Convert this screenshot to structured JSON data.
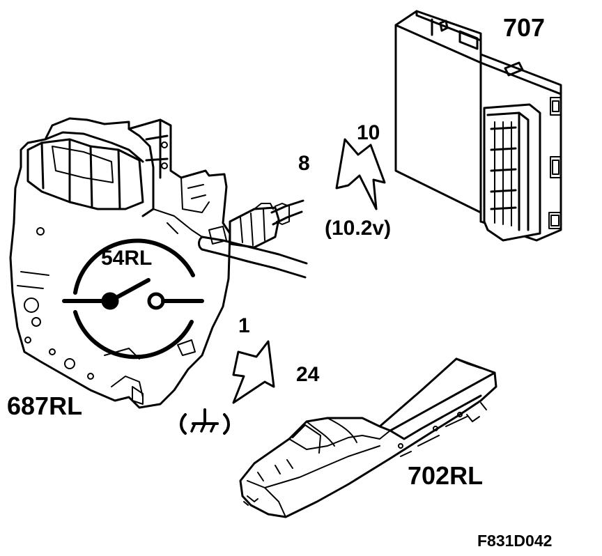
{
  "labels": {
    "relay": "54RL",
    "actuator": "687RL",
    "control_module": "707",
    "switch_assembly": "702RL",
    "pin_8": "8",
    "pin_10": "10",
    "voltage": "(10.2v)",
    "pin_1": "1",
    "pin_24": "24",
    "figure_ref": "F831D042"
  },
  "icons": {
    "ground": "ground-symbol-icon",
    "arrow_upper": "double-headed-arrow-icon",
    "arrow_lower": "double-headed-arrow-icon"
  },
  "colors": {
    "line": "#000000",
    "background": "#ffffff"
  }
}
